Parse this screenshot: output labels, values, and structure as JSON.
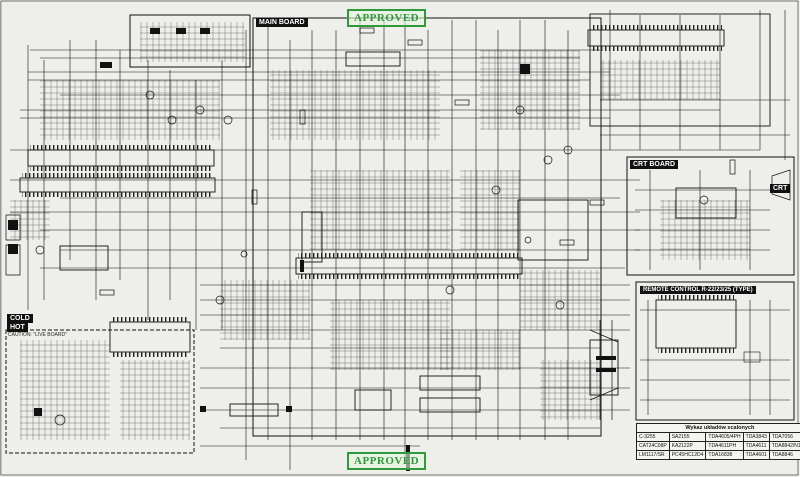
{
  "labels": {
    "main_board": "MAIN BOARD",
    "crt_board": "CRT BOARD",
    "crt": "CRT",
    "remote_control": "REMOTE CONTROL R-22/23/25 (TYPE)",
    "cold": "COLD",
    "hot": "HOT",
    "caution": "CAUTION: \"LIVE BOARD\"",
    "approved_top": "APPROVED",
    "approved_bottom": "APPROVED"
  },
  "parts_table": {
    "title": "Wykaz układów scalonych",
    "rows": [
      [
        "C-3255",
        "SA2155",
        "TDA4605/4PH",
        "TDA3843",
        "TDA7056"
      ],
      [
        "CAT24C08P",
        "KA2122P",
        "TDA4611PH",
        "TDA4611",
        "TDA8842/N1"
      ],
      [
        "LM1117/SR",
        "PC45HC12D4",
        "TDA16838",
        "TDA4601",
        "TDA8846"
      ]
    ]
  },
  "colors": {
    "ink": "#111111",
    "paper": "#eeeeea",
    "stamp": "#2e9a3a"
  }
}
